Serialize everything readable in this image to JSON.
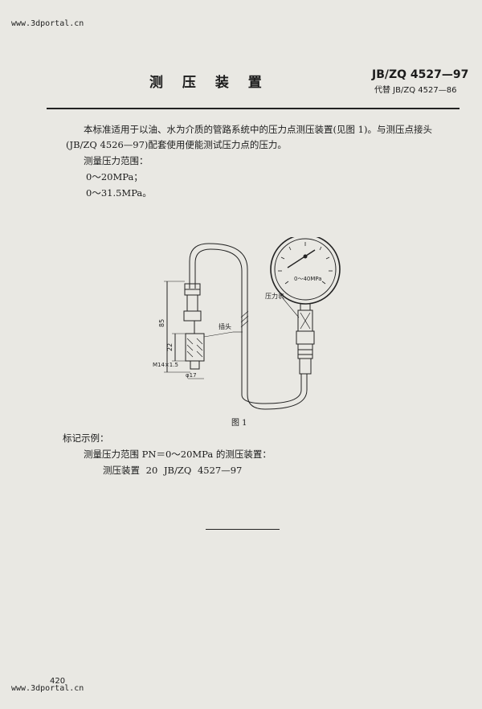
{
  "watermark": {
    "url_top": "www.3dportal.cn",
    "url_bottom": "www.3dportal.cn"
  },
  "header": {
    "title": "测 压 装 置",
    "standard_number": "JB/ZQ 4527—97",
    "replaces": "代替 JB/ZQ 4527—86"
  },
  "body": {
    "paragraph_1": "本标准适用于以油、水为介质的管路系统中的压力点测压装置(见图 1)。与测压点接头",
    "paragraph_1_cont": "(JB/ZQ 4526—97)配套使用便能测试压力点的压力。",
    "pressure_range_label": "测量压力范围：",
    "range_1": "0～20MPa；",
    "range_2": "0～31.5MPa。"
  },
  "figure": {
    "caption": "图 1",
    "gauge_label": "0～40MPa",
    "label_gauge": "压力表",
    "label_plug": "插头",
    "dim_85": "85",
    "dim_22": "22",
    "dim_thread": "M14×1.5",
    "dim_dia": "φ17"
  },
  "marking": {
    "label": "标记示例：",
    "line_1": "测量压力范围 PN＝0～20MPa 的测压装置：",
    "line_2": "测压装置  20  JB/ZQ 4527—97"
  },
  "footer": {
    "page_number": "420"
  }
}
